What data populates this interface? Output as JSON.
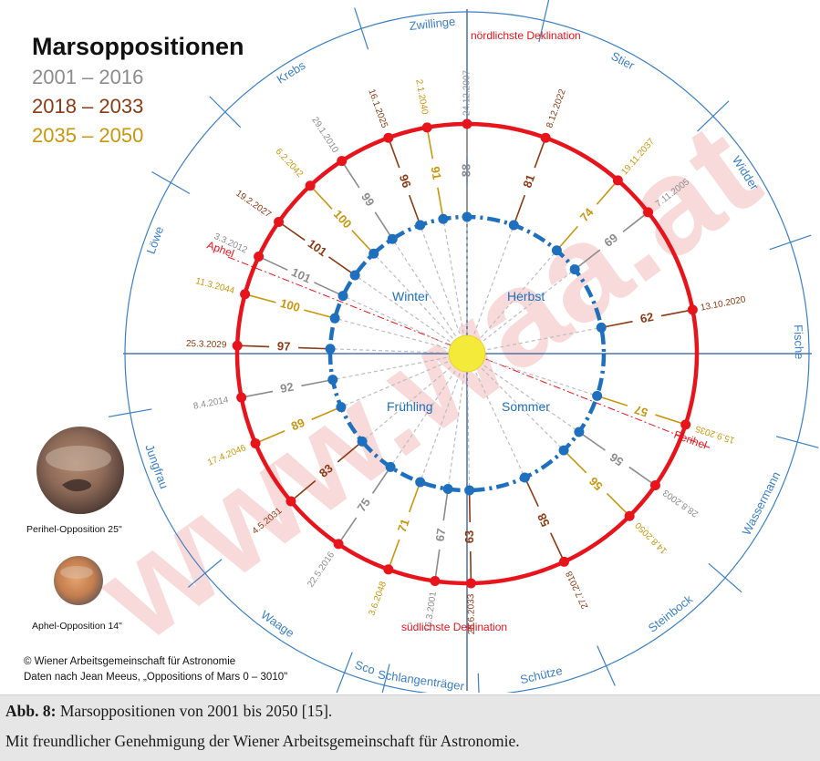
{
  "title": "Marsoppositionen",
  "periods": [
    {
      "label": "2001 – 2016",
      "color": "#8c8c8c"
    },
    {
      "label": "2018 – 2033",
      "color": "#8b3a12"
    },
    {
      "label": "2035 – 2050",
      "color": "#c9960c"
    }
  ],
  "colors": {
    "orbit_mars": "#e8141c",
    "orbit_earth": "#1f6fbf",
    "sun": "#f4ea3a",
    "zodiac": "#3b7fc6",
    "axis": "#2c5a9e",
    "watermark": "#d62020"
  },
  "labels": {
    "north": "nördlichste Deklination",
    "south": "südlichste Deklination",
    "aphel": "Aphel",
    "perihel": "Perihel"
  },
  "seasons": [
    {
      "name": "Winter"
    },
    {
      "name": "Herbst"
    },
    {
      "name": "Frühling"
    },
    {
      "name": "Sommer"
    }
  ],
  "zodiac": [
    {
      "name": "Zwillinge"
    },
    {
      "name": "Stier"
    },
    {
      "name": "Widder"
    },
    {
      "name": "Fische"
    },
    {
      "name": "Wassermann"
    },
    {
      "name": "Steinbock"
    },
    {
      "name": "Schütze"
    },
    {
      "name": "Schlangenträger"
    },
    {
      "name": "Sco"
    },
    {
      "name": "Waage"
    },
    {
      "name": "Jungfrau"
    },
    {
      "name": "Löwe"
    },
    {
      "name": "Krebs"
    }
  ],
  "oppositions": [
    {
      "date": "24.12.2007",
      "dist": "88",
      "period": 0
    },
    {
      "date": "2.1.2040",
      "dist": "91",
      "period": 2
    },
    {
      "date": "16.1.2025",
      "dist": "96",
      "period": 1
    },
    {
      "date": "29.1.2010",
      "dist": "99",
      "period": 0
    },
    {
      "date": "6.2.2042",
      "dist": "100",
      "period": 2
    },
    {
      "date": "19.2.2027",
      "dist": "101",
      "period": 1
    },
    {
      "date": "3.3.2012",
      "dist": "101",
      "period": 0
    },
    {
      "date": "11.3.2044",
      "dist": "100",
      "period": 2
    },
    {
      "date": "25.3.2029",
      "dist": "97",
      "period": 1
    },
    {
      "date": "8.4.2014",
      "dist": "92",
      "period": 0
    },
    {
      "date": "17.4.2046",
      "dist": "89",
      "period": 2
    },
    {
      "date": "4.5.2031",
      "dist": "83",
      "period": 1
    },
    {
      "date": "22.5.2016",
      "dist": "75",
      "period": 0
    },
    {
      "date": "3.6.2048",
      "dist": "71",
      "period": 2
    },
    {
      "date": "16.3.2001",
      "dist": "67",
      "period": 0
    },
    {
      "date": "28.6.2033",
      "dist": "63",
      "period": 1
    },
    {
      "date": "27.7.2018",
      "dist": "58",
      "period": 1
    },
    {
      "date": "14.8.2050",
      "dist": "56",
      "period": 2
    },
    {
      "date": "28.8.2003",
      "dist": "56",
      "period": 0
    },
    {
      "date": "15.9.2035",
      "dist": "57",
      "period": 2
    },
    {
      "date": "13.10.2020",
      "dist": "62",
      "period": 1
    },
    {
      "date": "7.11.2005",
      "dist": "69",
      "period": 0
    },
    {
      "date": "19.11.2037",
      "dist": "74",
      "period": 2
    },
    {
      "date": "8.12.2022",
      "dist": "81",
      "period": 1
    }
  ],
  "mars_images": [
    {
      "caption": "Perihel-Opposition 25\""
    },
    {
      "caption": "Aphel-Opposition 14\""
    }
  ],
  "credits": {
    "line1": "© Wiener Arbeitsgemeinschaft für Astronomie",
    "line2": "Daten nach Jean Meeus, „Oppositions of Mars 0 – 3010\""
  },
  "watermark": "www.waa.at",
  "caption": {
    "label": "Abb. 8:",
    "text": " Marsoppositionen von 2001 bis 2050 [15].",
    "line2": "Mit freundlicher Genehmigung der Wiener Arbeitsgemeinschaft für Astronomie."
  }
}
